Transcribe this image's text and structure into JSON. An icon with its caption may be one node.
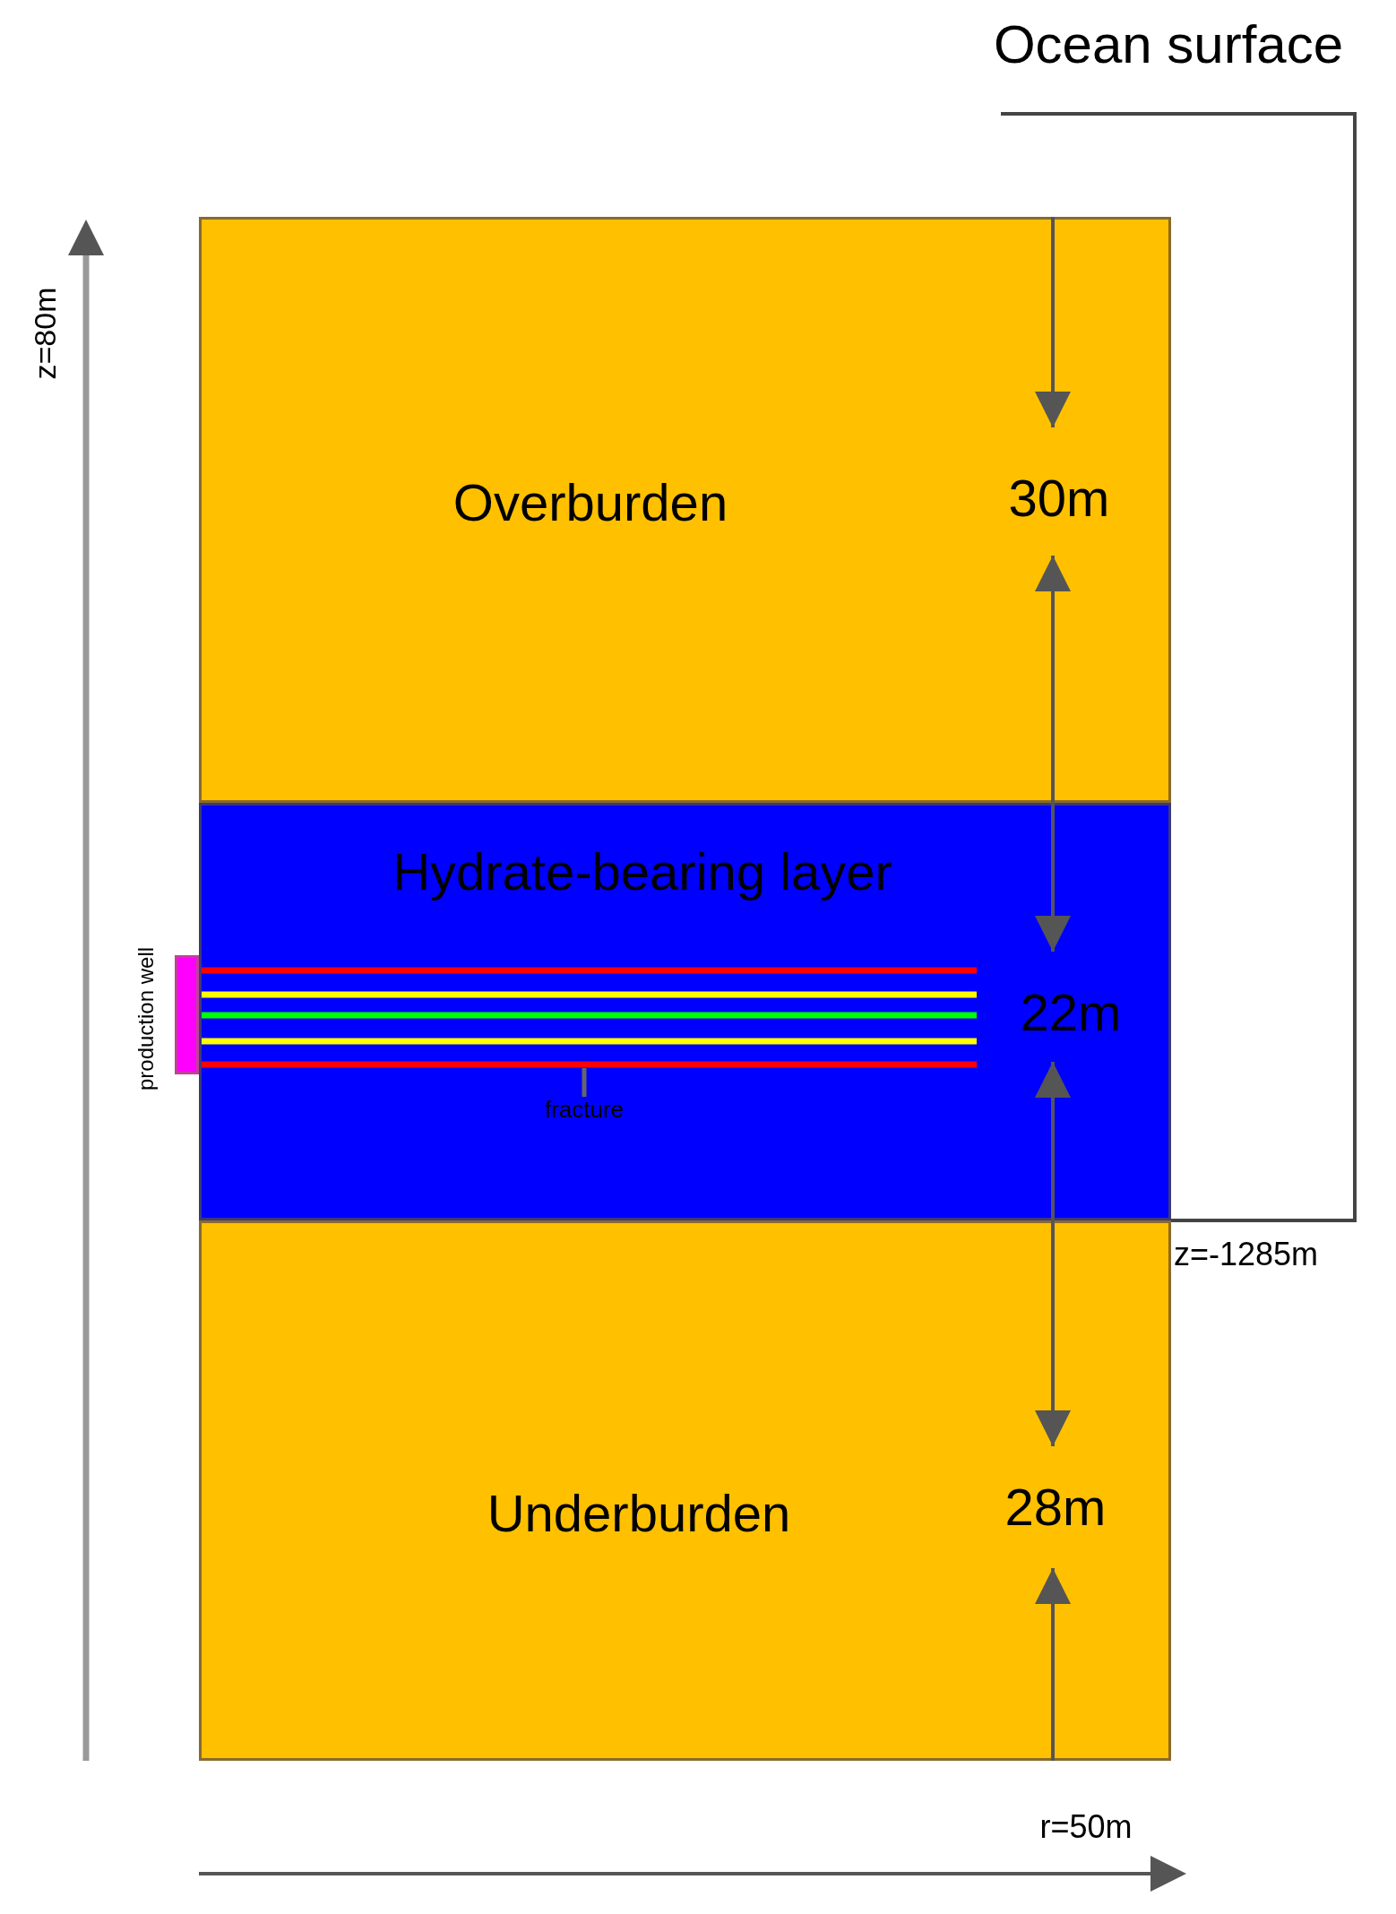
{
  "diagram": {
    "nodes": [
      {
        "text": [
          "Overburden"
        ]
      },
      {
        "text": [
          "Hydrate-bearing layer"
        ]
      },
      {
        "text": [
          "Underburden"
        ]
      },
      {
        "text": [],
        "shape": "box",
        "beside": [
          "production well"
        ]
      },
      {
        "text": [
          "fracture"
        ],
        "in": 1
      },
      {
        "text": [],
        "shape": "bar",
        "in": 1
      }
    ],
    "edges": [
      {
        "from": 4,
        "to": 5,
        "arrow": "none"
      }
    ],
    "labels": [
      "Ocean surface",
      "z=80m",
      "30m",
      "22m",
      "28m",
      "z=-1285m",
      "r=50m"
    ]
  }
}
